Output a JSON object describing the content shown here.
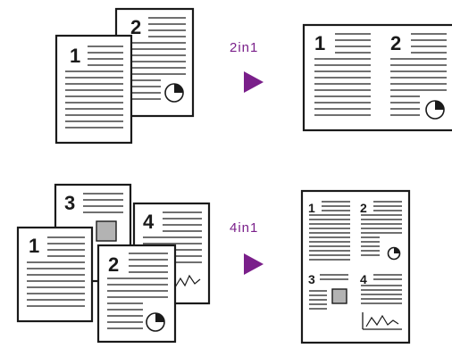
{
  "colors": {
    "arrow": "#7a1f8a",
    "label": "#7a1f8a",
    "line": "#1a1a1a",
    "square": "#b3b3b3"
  },
  "top_row": {
    "source_pages": [
      "1",
      "2"
    ],
    "mode_label": "2in1",
    "result_pages": [
      "1",
      "2"
    ],
    "page2_icon": "pie-chart-icon"
  },
  "bottom_row": {
    "source_pages": [
      "3",
      "4",
      "1",
      "2"
    ],
    "mode_label": "4in1",
    "result_pages": [
      "1",
      "2",
      "3",
      "4"
    ],
    "page2_icon": "pie-chart-icon",
    "page3_icon": "gray-square-icon",
    "page4_icon": "line-graph-icon"
  }
}
